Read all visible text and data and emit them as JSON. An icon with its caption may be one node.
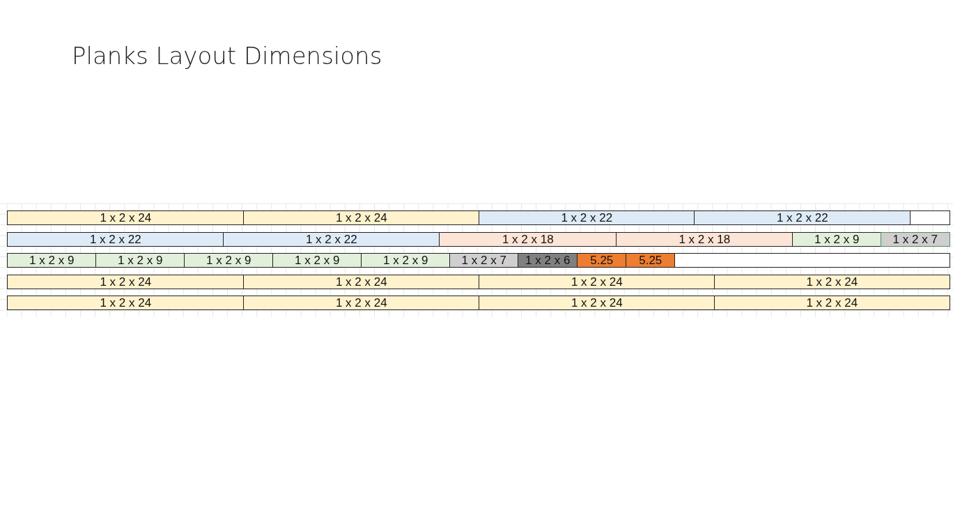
{
  "diagram": {
    "title": "Planks Layout Dimensions",
    "nodes": [
      {
        "text": [
          "1 x 2 x 24"
        ]
      },
      {
        "text": [
          "1 x 2 x 24"
        ]
      },
      {
        "text": [
          "1 x 2 x 22"
        ]
      },
      {
        "text": [
          "1 x 2 x 22"
        ]
      },
      {
        "text": [],
        "shape": "box"
      },
      {
        "text": [
          "1 x 2 x 22"
        ]
      },
      {
        "text": [
          "1 x 2 x 22"
        ]
      },
      {
        "text": [
          "1 x 2 x 18"
        ]
      },
      {
        "text": [
          "1 x 2 x 18"
        ]
      },
      {
        "text": [
          "1 x 2 x 9"
        ]
      },
      {
        "text": [
          "1 x 2 x 7"
        ]
      },
      {
        "text": [
          "1 x 2 x 9"
        ]
      },
      {
        "text": [
          "1 x 2 x 9"
        ]
      },
      {
        "text": [
          "1 x 2 x 9"
        ]
      },
      {
        "text": [
          "1 x 2 x 9"
        ]
      },
      {
        "text": [
          "1 x 2 x 9"
        ]
      },
      {
        "text": [
          "1 x 2 x 7"
        ]
      },
      {
        "text": [
          "1 x 2 x 6"
        ]
      },
      {
        "text": [
          "5.25"
        ]
      },
      {
        "text": [
          "5.25"
        ]
      },
      {
        "text": [],
        "shape": "box"
      },
      {
        "text": [
          "1 x 2 x 24"
        ]
      },
      {
        "text": [
          "1 x 2 x 24"
        ]
      },
      {
        "text": [
          "1 x 2 x 24"
        ]
      },
      {
        "text": [
          "1 x 2 x 24"
        ]
      },
      {
        "text": [
          "1 x 2 x 24"
        ]
      },
      {
        "text": [
          "1 x 2 x 24"
        ]
      },
      {
        "text": [
          "1 x 2 x 24"
        ]
      },
      {
        "text": [
          "1 x 2 x 24"
        ]
      }
    ]
  }
}
